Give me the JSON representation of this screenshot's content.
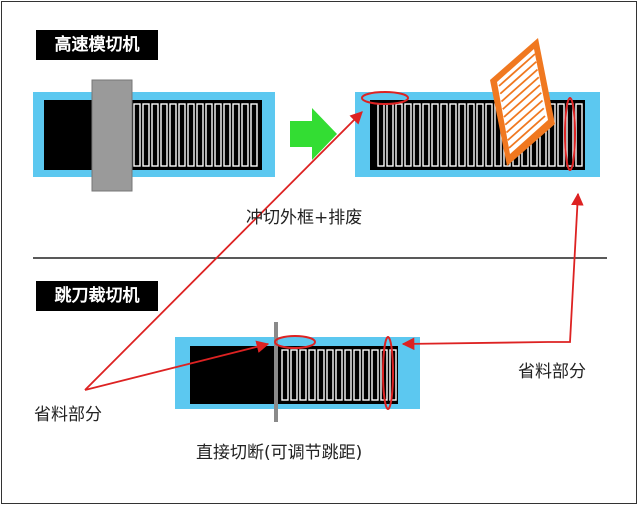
{
  "titles": {
    "high_speed_die_cutter": "高速模切机",
    "skip_knife_cutter": "跳刀裁切机"
  },
  "labels": {
    "punch_frame_waste": "冲切外框+排废",
    "saved_material_left": "省料部分",
    "saved_material_right": "省料部分",
    "direct_cut": "直接切断(可调节跳距)"
  },
  "colors": {
    "strip_border": "#5cc8f0",
    "material": "#000000",
    "die_block": "#9a9a9a",
    "waste_frame": "#f07820",
    "arrow_green": "#33dd33",
    "annotation_red": "#dd2222"
  }
}
